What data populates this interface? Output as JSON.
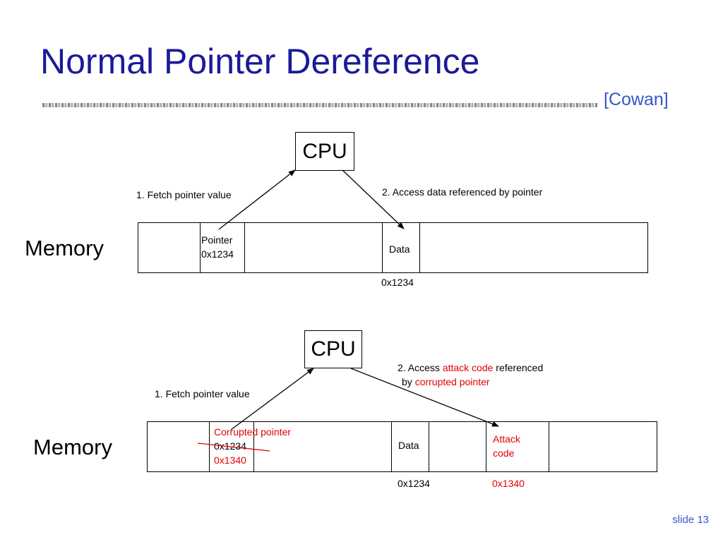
{
  "slide": {
    "title": "Normal Pointer Dereference",
    "citation": "[Cowan]",
    "number_label": "slide 13"
  },
  "normal": {
    "cpu_label": "CPU",
    "memory_label": "Memory",
    "step1_label": "1. Fetch pointer value",
    "step2_label": "2. Access data referenced by pointer",
    "pointer_cell": {
      "line1": "Pointer",
      "line2": "0x1234"
    },
    "data_cell_label": "Data",
    "data_address": "0x1234"
  },
  "attack": {
    "cpu_label": "CPU",
    "memory_label": "Memory",
    "step1_label": "1. Fetch pointer value",
    "step2": {
      "part1": "2. Access ",
      "highlight1": "attack code",
      "part2": " referenced",
      "part3": "by ",
      "highlight2": "corrupted pointer"
    },
    "pointer_cell": {
      "line1": "Corrupted pointer",
      "line2": "0x1234",
      "line3": "0x1340"
    },
    "data_cell_label": "Data",
    "attack_cell": {
      "line1": "Attack",
      "line2": "code"
    },
    "data_address": "0x1234",
    "attack_address": "0x1340"
  },
  "colors": {
    "title": "#1a1a99",
    "citation": "#3358c8",
    "highlight": "#e10000"
  }
}
